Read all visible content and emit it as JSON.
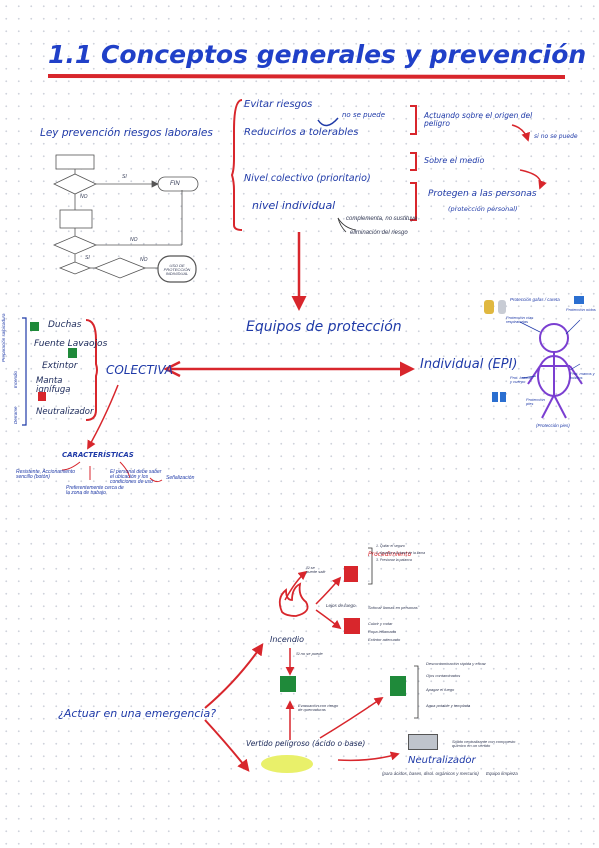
{
  "title": "1.1  Conceptos generales y prevención",
  "colors": {
    "ink": "#1f3aa8",
    "accent": "#d8262c",
    "safety_green": "#1f8a3a",
    "highlight": "#e9f06a"
  },
  "top": {
    "law": "Ley prevención riesgos laborales",
    "flow": {
      "yes": "SI",
      "no": "NO",
      "no2": "NO",
      "si2": "SI",
      "no3": "NO",
      "end": "FIN",
      "final": "USO DE PROTECCIÓN INDIVIDUAL"
    },
    "evitar": "Evitar riesgos",
    "no_se_puede": "no se puede",
    "reducir": "Reducirlos a tolerables",
    "actuando": "Actuando sobre el origen del peligro",
    "si_no_se_puede": "si no se puede",
    "nivel_colectivo": "Nivel colectivo (prioritario)",
    "nivel_individual": "nivel individual",
    "sobre_medio": "Sobre el medio",
    "proteger": "Protegen a las personas",
    "proteccion_personal": "(protección personal)",
    "complementa": "complementa, no sustituye",
    "eliminacion": "eliminación del riesgo"
  },
  "equipos": {
    "heading": "Equipos de protección",
    "colectiva": "COLECTIVA",
    "individual": "Individual (EPI)",
    "items": [
      "Duchas",
      "Fuente Lavaojos",
      "Extintor",
      "Manta ignífuga",
      "Neutralizador"
    ],
    "side_labels": [
      "Preparación salpicadura",
      "Incendio",
      "Derrame"
    ],
    "caracteristicas_title": "CARACTERÍSTICAS",
    "caracteristicas": [
      "Resistente, Accionamiento sencillo (botón)",
      "Preferentemente cerca de la zona de trabajo",
      "El personal debe saber el ubicación y los condiciones de uso",
      "Señalización"
    ],
    "epi_labels": [
      "Protección gafas / careta",
      "Protección oídos",
      "Protección vías respiratorias",
      "Prot. brazos y cuerpo",
      "Prot. manos y tobillos",
      "Protección pies",
      "(Protección pies)"
    ]
  },
  "emergencia": {
    "question": "¿Actuar en una emergencia?",
    "incendio": "Incendio",
    "vertido": "Vertido peligroso (ácido o base)",
    "neutralizador": "Neutralizador",
    "lejos_fuego": "Lejos de fuego",
    "si_salir": "Si se puede salir",
    "si_salir2": "Si no se puede",
    "procedimiento": "Procedimiento",
    "proc_notes": [
      "1. Quitar el seguro",
      "2. Apuntar a la base de la llama",
      "3. Presionar la palanca"
    ],
    "manta_notes": [
      "Sofocar llamas en personas",
      "Cubrir y rodar"
    ],
    "ropa_notes": [
      "Ropa inflamada",
      "Extintor adecuado"
    ],
    "ducha_notes": [
      "Descontaminación rápida y eficaz",
      "Ojos contaminados",
      "Apagar el fuego",
      "Agua potable y templada"
    ],
    "evacuacion": "Evacuación con riesgo de quemaduras",
    "neutral_note": "Sólido neutralizante con compuesto químico en un vertido",
    "neutral_types": "(para ácidos, bases, disol. orgánicos y mercurio)",
    "equipo": "Equipo limpieza"
  }
}
